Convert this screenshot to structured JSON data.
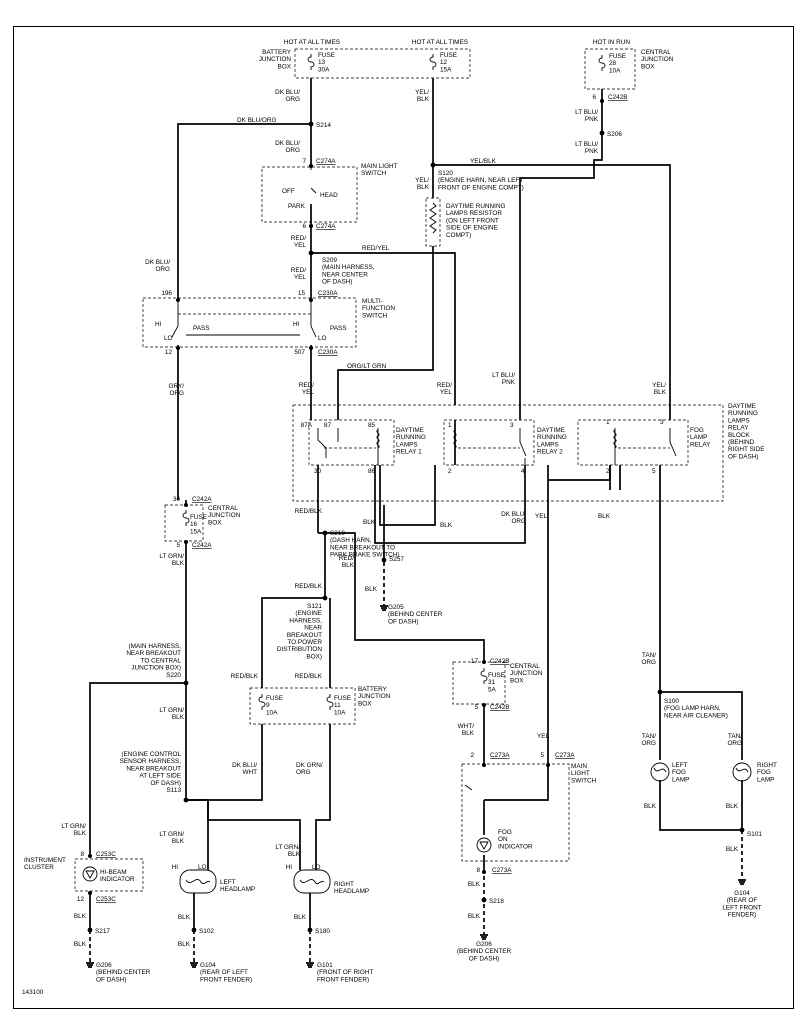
{
  "figure_id": "143100",
  "hot_labels": {
    "left": "HOT AT ALL TIMES",
    "mid": "HOT AT ALL TIMES",
    "right": "HOT IN RUN"
  },
  "boxes": {
    "bjb_top": [
      "BATTERY",
      "JUNCTION",
      "BOX"
    ],
    "cjb_top": [
      "CENTRAL",
      "JUNCTION",
      "BOX"
    ],
    "cjb_16": [
      "CENTRAL",
      "JUNCTION",
      "BOX"
    ],
    "cjb_31": [
      "CENTRAL",
      "JUNCTION",
      "BOX"
    ],
    "bjb_mid": [
      "BATTERY",
      "JUNCTION",
      "BOX"
    ]
  },
  "fuses": {
    "f13": [
      "FUSE",
      "13",
      "30A"
    ],
    "f12": [
      "FUSE",
      "12",
      "15A"
    ],
    "f28": [
      "FUSE",
      "28",
      "10A"
    ],
    "f16": [
      "FUSE",
      "16",
      "15A"
    ],
    "f31": [
      "FUSE",
      "31",
      "5A"
    ],
    "f9": [
      "FUSE",
      "9",
      "10A"
    ],
    "f11": [
      "FUSE",
      "11",
      "10A"
    ]
  },
  "wires": {
    "dk_blu_org": "DK BLU/ORG",
    "dk_blu_org_a": [
      "DK BLU/",
      "ORG"
    ],
    "dk_blu_org_b": [
      "DK BLU/",
      "ORG"
    ],
    "dk_blu_org_c": [
      "DK BLU/",
      "ORG"
    ],
    "dk_blu_org_d": [
      "DK BLU/",
      "ORG"
    ],
    "yel_blk_a": [
      "YEL/",
      "BLK"
    ],
    "yel_blk_b": [
      "YEL/",
      "BLK"
    ],
    "yel_blk_h": "YEL/BLK",
    "yel_blk_c": [
      "YEL/",
      "BLK"
    ],
    "lt_blu_pnk_a": [
      "LT BLU/",
      "PNK"
    ],
    "lt_blu_pnk_b": [
      "LT BLU/",
      "PNK"
    ],
    "lt_blu_pnk_c": [
      "LT BLU/",
      "PNK"
    ],
    "red_yel_a": [
      "RED/",
      "YEL"
    ],
    "red_yel_b": [
      "RED/",
      "YEL"
    ],
    "red_yel_h": "RED/YEL",
    "red_yel_c": [
      "RED/",
      "YEL"
    ],
    "red_yel_d": [
      "RED/",
      "YEL"
    ],
    "gry_org": [
      "GRY/",
      "ORG"
    ],
    "org_lt_grn": "ORG/LT GRN",
    "red_blk_a": "RED/BLK",
    "red_blk_b": "RED/BLK",
    "red_blk_c": [
      "RED/",
      "BLK"
    ],
    "red_blk_d": "RED/BLK",
    "red_blk_e": "RED/BLK",
    "blk_a": "BLK",
    "blk_b": "BLK",
    "blk_c": "BLK",
    "blk_d": "BLK",
    "blk_e": "BLK",
    "blk_f": "BLK",
    "blk_g": "BLK",
    "blk_h": "BLK",
    "blk_i": "BLK",
    "blk_j": "BLK",
    "blk_k": "BLK",
    "blk_l": "BLK",
    "blk_m": "BLK",
    "blk_n": "BLK",
    "yel_a": "YEL",
    "yel_b": "YEL",
    "lt_grn_blk_a": [
      "LT GRN/",
      "BLK"
    ],
    "lt_grn_blk_b": [
      "LT GRN/",
      "BLK"
    ],
    "lt_grn_blk_c": [
      "LT GRN/",
      "BLK"
    ],
    "lt_grn_blk_d": [
      "LT GRN/",
      "BLK"
    ],
    "lt_grn_blk_e": [
      "LT GRN/",
      "BLK"
    ],
    "tan_org_a": [
      "TAN/",
      "ORG"
    ],
    "tan_org_b": [
      "TAN/",
      "ORG"
    ],
    "tan_org_c": [
      "TAN/",
      "ORG"
    ],
    "wht_blk": [
      "WHT/",
      "BLK"
    ],
    "dk_blu_wht": [
      "DK BLU/",
      "WHT"
    ],
    "dk_grn_org": [
      "DK GRN/",
      "ORG"
    ]
  },
  "splices": {
    "s214": "S214",
    "s120": [
      "S120",
      "(ENGINE HARN, NEAR LEFT",
      "FRONT OF ENGINE COMPT)"
    ],
    "s206": "S206",
    "s209": [
      "S209",
      "(MAIN HARNESS,",
      "NEAR CENTER",
      "OF DASH)"
    ],
    "s219": [
      "S219",
      "(DASH HARN,",
      "NEAR BREAKOUT TO",
      "PARK BRAKE SWITCH)"
    ],
    "s257": "S257",
    "s121": [
      "S121",
      "(ENGINE",
      "HARNESS,",
      "NEAR",
      "BREAKOUT",
      "TO POWER",
      "DISTRIBUTION",
      "BOX)"
    ],
    "s220": [
      "(MAIN HARNESS,",
      "NEAR BREAKOUT",
      "TO CENTRAL",
      "JUNCTION BOX)",
      "S220"
    ],
    "s113": [
      "(ENGINE CONTROL",
      "SENSOR HARNESS,",
      "NEAR BREAKOUT",
      "AT LEFT SIDE",
      "OF DASH)",
      "S113"
    ],
    "s100": [
      "S100",
      "(FOG LAMP HARN,",
      "NEAR AIR CLEANER)"
    ],
    "s101": "S101",
    "s102": "S102",
    "s180": "S180",
    "s217": "S217",
    "s218": "S218"
  },
  "grounds": {
    "g205": [
      "G205",
      "(BEHIND CENTER",
      "OF DASH)"
    ],
    "g206_a": [
      "G206",
      "(BEHIND CENTER",
      "OF DASH)"
    ],
    "g206_b": [
      "G206",
      "(BEHIND CENTER",
      "OF DASH)"
    ],
    "g104_a": [
      "G104",
      "(REAR OF LEFT",
      "FRONT FENDER)"
    ],
    "g101": [
      "G101",
      "(FRONT OF RIGHT",
      "FRONT FENDER)"
    ],
    "g104_b": [
      "G104",
      "(REAR OF",
      "LEFT FRONT",
      "FENDER)"
    ]
  },
  "connectors": {
    "c242b_a": "C242B",
    "c274a_a": "C274A",
    "c274a_b": "C274A",
    "c230a_a": "C230A",
    "c230a_b": "C230A",
    "c242a_a": "C242A",
    "c242a_b": "C242A",
    "c242b_b": "C242B",
    "c242b_c": "C242B",
    "c273a_a": "C273A",
    "c273a_b": "C273A",
    "c273a_c": "C273A",
    "c253c_a": "C253C",
    "c253c_b": "C253C"
  },
  "pins": {
    "p6": "6",
    "p7": "7",
    "p6b": "6",
    "p196": "196",
    "p15": "15",
    "p12": "12",
    "p507": "507",
    "p87a": "87A",
    "p87": "87",
    "p85": "85",
    "p30": "30",
    "p86": "86",
    "r2_1": "1",
    "r2_3": "3",
    "r2_2": "2",
    "r2_4": "4",
    "r3_1": "1",
    "r3_3": "3",
    "r3_2": "2",
    "r3_5": "5",
    "p30b": "30",
    "p5": "5",
    "p17": "17",
    "p5b": "5",
    "p2": "2",
    "p5c": "5",
    "p8": "8",
    "p8b": "8",
    "p12b": "12"
  },
  "components": {
    "main_light_switch": [
      "MAIN LIGHT",
      "SWITCH"
    ],
    "off": "OFF",
    "head": "HEAD",
    "park": "PARK",
    "drl_resistor": [
      "DAYTIME RUNNING",
      "LAMPS RESISTOR",
      "(ON LEFT FRONT",
      "SIDE OF ENGINE",
      "COMPT)"
    ],
    "multi_function": [
      "MULTI-",
      "FUNCTION",
      "SWITCH"
    ],
    "hi": "HI",
    "hi2": "HI",
    "pass": "PASS",
    "pass2": "PASS",
    "lo": "LO",
    "lo2": "LO",
    "relay1": [
      "DAYTIME",
      "RUNNING",
      "LAMPS",
      "RELAY 1"
    ],
    "relay2": [
      "DAYTIME",
      "RUNNING",
      "LAMPS",
      "RELAY 2"
    ],
    "fog_relay": [
      "FOG",
      "LAMP",
      "RELAY"
    ],
    "relay_block": [
      "DAYTIME",
      "RUNNING",
      "LAMPS",
      "RELAY",
      "BLOCK",
      "(BEHIND",
      "RIGHT SIDE",
      "OF DASH)"
    ],
    "main_light_switch_2": [
      "MAIN",
      "LIGHT",
      "SWITCH"
    ],
    "fog_indicator": [
      "FOG",
      "ON",
      "INDICATOR"
    ],
    "left_fog": [
      "LEFT",
      "FOG",
      "LAMP"
    ],
    "right_fog": [
      "RIGHT",
      "FOG",
      "LAMP"
    ],
    "instrument_cluster": [
      "INSTRUMENT",
      "CLUSTER"
    ],
    "hi_beam": [
      "HI-BEAM",
      "INDICATOR"
    ],
    "left_headlamp": [
      "LEFT",
      "HEADLAMP"
    ],
    "right_headlamp": [
      "RIGHT",
      "HEADLAMP"
    ],
    "hl_hi_a": "HI",
    "hl_lo_a": "LO",
    "hl_hi_b": "HI",
    "hl_lo_b": "LO"
  }
}
